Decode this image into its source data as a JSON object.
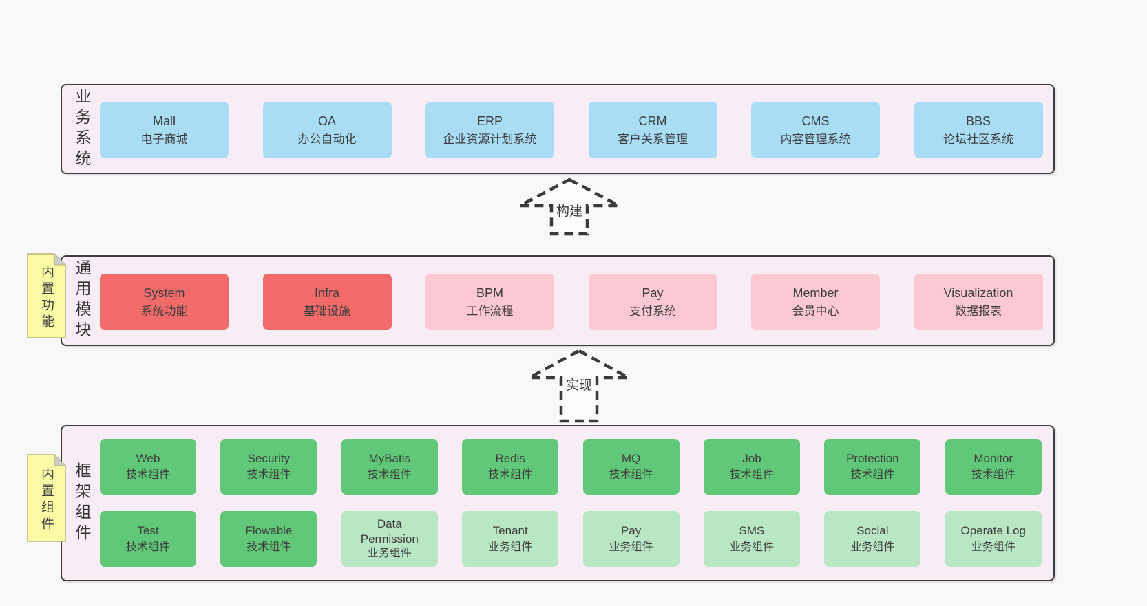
{
  "colors": {
    "page_bg": "#f8f8f8",
    "panel_bg": "#f8edf5",
    "panel_border": "#3e3e3e",
    "box_blue": "#a9ddf5",
    "box_red": "#f16b6b",
    "box_pink": "#fbc8d3",
    "box_green": "#60c878",
    "box_lightgreen": "#b9e6c3",
    "note_yellow": "#fbfba5",
    "note_fold_gray": "#cdcdcd",
    "text": "#3d3d3d"
  },
  "arrows": {
    "build": "构建",
    "implement": "实现"
  },
  "sections": {
    "business": {
      "label": "业务系统",
      "boxes": [
        {
          "en": "Mall",
          "zh": "电子商城",
          "variant": "blue"
        },
        {
          "en": "OA",
          "zh": "办公自动化",
          "variant": "blue"
        },
        {
          "en": "ERP",
          "zh": "企业资源计划系统",
          "variant": "blue"
        },
        {
          "en": "CRM",
          "zh": "客户关系管理",
          "variant": "blue"
        },
        {
          "en": "CMS",
          "zh": "内容管理系统",
          "variant": "blue"
        },
        {
          "en": "BBS",
          "zh": "论坛社区系统",
          "variant": "blue"
        }
      ]
    },
    "modules": {
      "label": "通用模块",
      "note": "内置功能",
      "boxes": [
        {
          "en": "System",
          "zh": "系统功能",
          "variant": "red"
        },
        {
          "en": "Infra",
          "zh": "基础设施",
          "variant": "red"
        },
        {
          "en": "BPM",
          "zh": "工作流程",
          "variant": "pink"
        },
        {
          "en": "Pay",
          "zh": "支付系统",
          "variant": "pink"
        },
        {
          "en": "Member",
          "zh": "会员中心",
          "variant": "pink"
        },
        {
          "en": "Visualization",
          "zh": "数据报表",
          "variant": "pink"
        }
      ]
    },
    "components": {
      "label": "框架组件",
      "note": "内置组件",
      "row1": [
        {
          "en": "Web",
          "zh": "技术组件",
          "variant": "green"
        },
        {
          "en": "Security",
          "zh": "技术组件",
          "variant": "green"
        },
        {
          "en": "MyBatis",
          "zh": "技术组件",
          "variant": "green"
        },
        {
          "en": "Redis",
          "zh": "技术组件",
          "variant": "green"
        },
        {
          "en": "MQ",
          "zh": "技术组件",
          "variant": "green"
        },
        {
          "en": "Job",
          "zh": "技术组件",
          "variant": "green"
        },
        {
          "en": "Protection",
          "zh": "技术组件",
          "variant": "green"
        },
        {
          "en": "Monitor",
          "zh": "技术组件",
          "variant": "green"
        }
      ],
      "row2": [
        {
          "en": "Test",
          "zh": "技术组件",
          "variant": "green"
        },
        {
          "en": "Flowable",
          "zh": "技术组件",
          "variant": "green"
        },
        {
          "en": "Data Permission",
          "zh": "业务组件",
          "variant": "lightgreen"
        },
        {
          "en": "Tenant",
          "zh": "业务组件",
          "variant": "lightgreen"
        },
        {
          "en": "Pay",
          "zh": "业务组件",
          "variant": "lightgreen"
        },
        {
          "en": "SMS",
          "zh": "业务组件",
          "variant": "lightgreen"
        },
        {
          "en": "Social",
          "zh": "业务组件",
          "variant": "lightgreen"
        },
        {
          "en": "Operate Log",
          "zh": "业务组件",
          "variant": "lightgreen"
        }
      ]
    }
  }
}
